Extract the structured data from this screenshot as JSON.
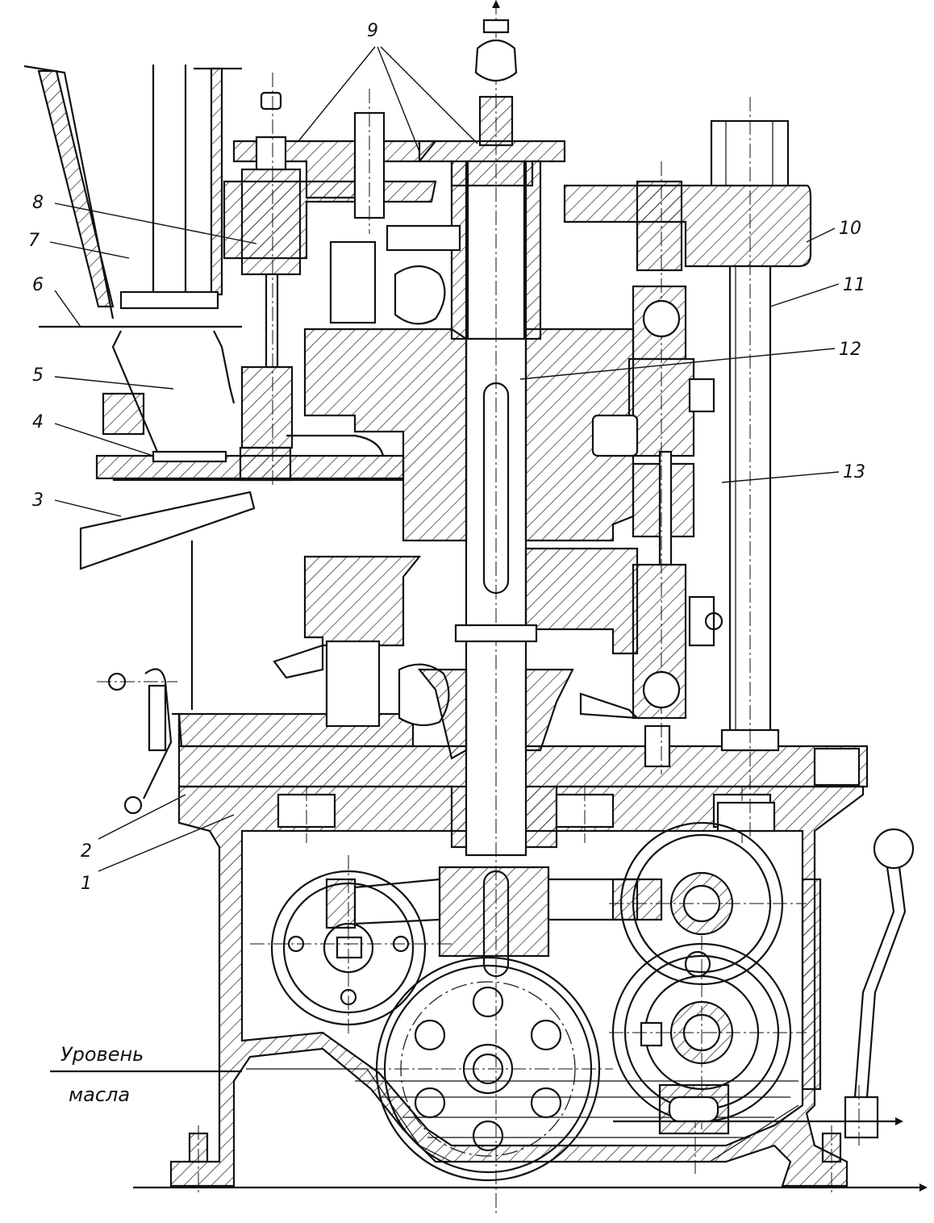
{
  "labels": [
    {
      "id": "1",
      "text": "1"
    },
    {
      "id": "2",
      "text": "2"
    },
    {
      "id": "3",
      "text": "3"
    },
    {
      "id": "4",
      "text": "4"
    },
    {
      "id": "5",
      "text": "5"
    },
    {
      "id": "6",
      "text": "6"
    },
    {
      "id": "7",
      "text": "7"
    },
    {
      "id": "8",
      "text": "8"
    },
    {
      "id": "9",
      "text": "9"
    },
    {
      "id": "10",
      "text": "10"
    },
    {
      "id": "11",
      "text": "11"
    },
    {
      "id": "12",
      "text": "12"
    },
    {
      "id": "13",
      "text": "13"
    }
  ],
  "oil_level": {
    "line1": "Уровень",
    "line2": "масла"
  }
}
